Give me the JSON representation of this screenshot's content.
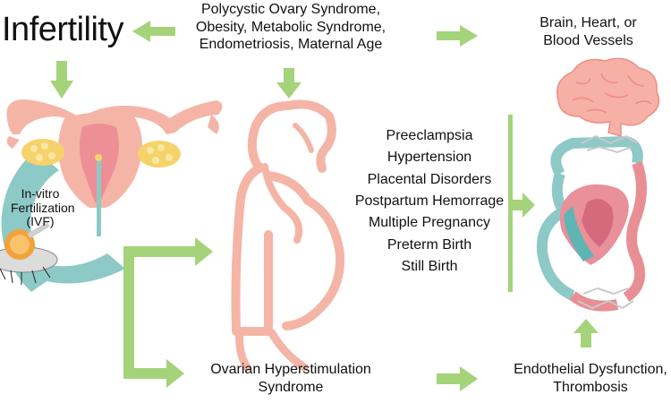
{
  "title": "Infertility",
  "causes": [
    "Polycystic Ovary Syndrome,",
    "Obesity, Metabolic Syndrome,",
    "Endometriosis, Maternal Age"
  ],
  "brain_label": [
    "Brain, Heart, or",
    "Blood Vessels"
  ],
  "ivf_label": [
    "In-vitro",
    "Fertilization",
    "(IVF)"
  ],
  "complications": [
    "Preeclampsia",
    "Hypertension",
    "Placental Disorders",
    "Postpartum Hemorrage",
    "Multiple Pregnancy",
    "Preterm Birth",
    "Still Birth"
  ],
  "ohss_label": [
    "Ovarian Hyperstimulation",
    "Syndrome"
  ],
  "endothelial_label": [
    "Endothelial Dysfunction,",
    "Thrombosis"
  ],
  "colors": {
    "arrow_green": "#a4d37a",
    "uterus_pink": "#f4b5a6",
    "ivf_teal": "#8dc9c6",
    "vessel_red": "#e88f94"
  }
}
